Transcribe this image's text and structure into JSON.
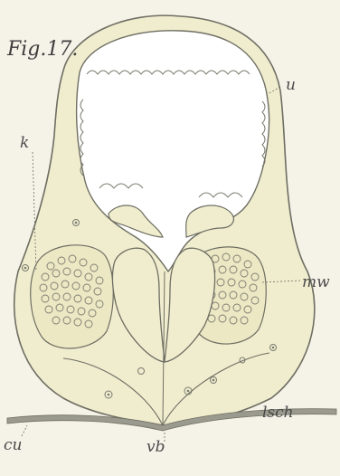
{
  "figure": {
    "title": "Fig.17.",
    "labels": {
      "u": "u",
      "k": "k",
      "mw": "mw",
      "lsch": "lsch",
      "cu": "cu",
      "vb": "vb"
    }
  },
  "colors": {
    "background": "#f5f2e8",
    "body_fill": "#f0edcf",
    "outline": "#6e6e62",
    "cell_mass": "#ece8c4",
    "cuticle": "#9a9a8e"
  }
}
